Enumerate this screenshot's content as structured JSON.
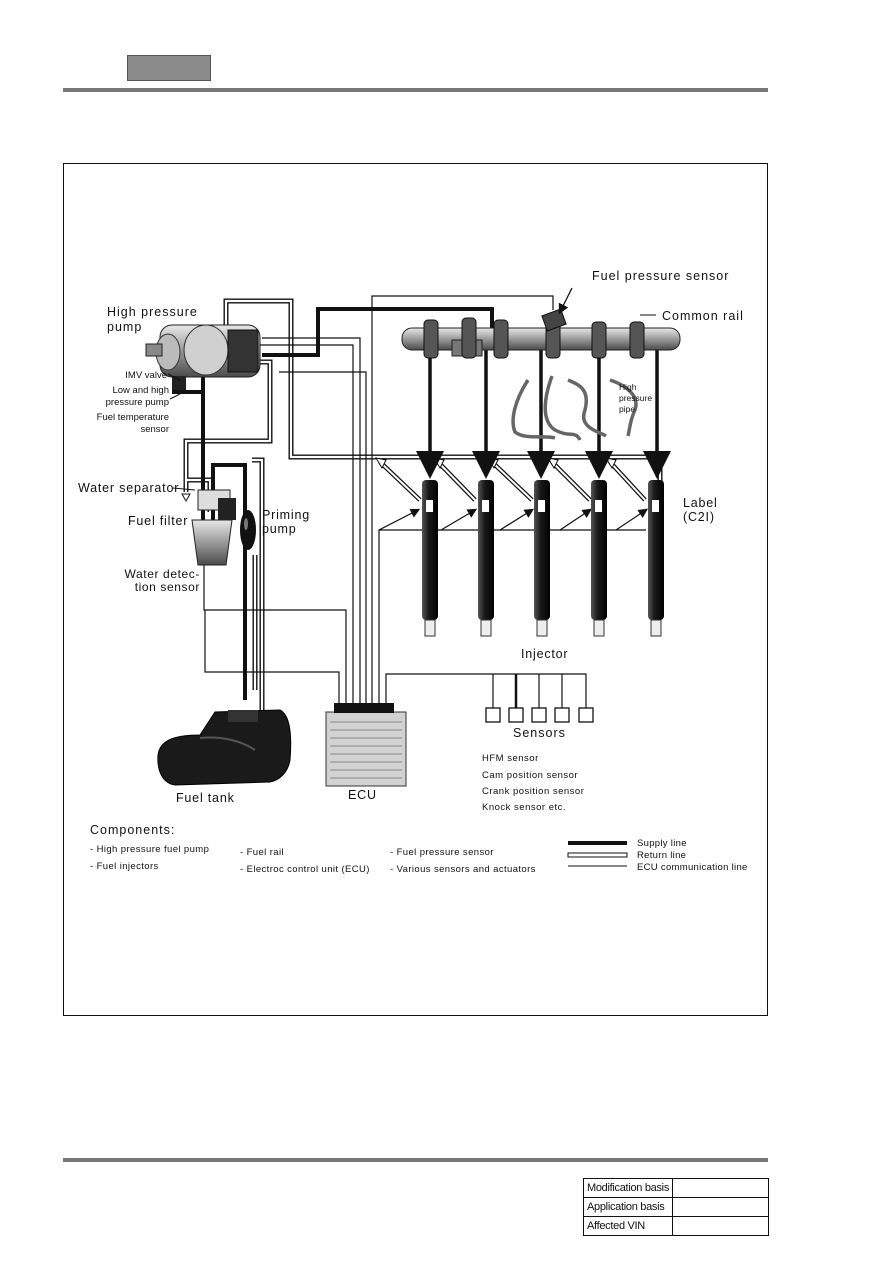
{
  "labels": {
    "high_pressure_pump": [
      "High pressure",
      "pump"
    ],
    "imv_valve": "IMV valve",
    "low_high_pump": [
      "Low and high",
      "pressure pump"
    ],
    "fuel_temp_sensor": [
      "Fuel temperature",
      "sensor"
    ],
    "water_separator": "Water separator",
    "fuel_filter": "Fuel filter",
    "priming_pump": [
      "Priming",
      "pump"
    ],
    "water_detection": [
      "Water detec-",
      "tion sensor"
    ],
    "fuel_tank": "Fuel tank",
    "ecu": "ECU",
    "fuel_pressure_sensor": "Fuel pressure sensor",
    "common_rail": "Common rail",
    "high_pressure_pipe": [
      "High",
      "pressure",
      "pipe"
    ],
    "label_c2i": [
      "Label",
      "(C2I)"
    ],
    "injector": "Injector",
    "sensors_title": "Sensors",
    "sensors_list": [
      "HFM sensor",
      "Cam position sensor",
      "Crank position sensor",
      "Knock sensor etc."
    ]
  },
  "components": {
    "title": "Components:",
    "col1": [
      "- High pressure fuel pump",
      "- Fuel injectors"
    ],
    "col2": [
      "- Fuel rail",
      "- Electroc control unit (ECU)"
    ],
    "col3": [
      "- Fuel pressure sensor",
      "- Various sensors and actuators"
    ]
  },
  "legend": {
    "supply": "Supply line",
    "return": "Return line",
    "ecu_comm": "ECU communication line"
  },
  "revision_table": [
    {
      "label": "Modification basis",
      "value": ""
    },
    {
      "label": "Application basis",
      "value": ""
    },
    {
      "label": "Affected VIN",
      "value": ""
    }
  ]
}
